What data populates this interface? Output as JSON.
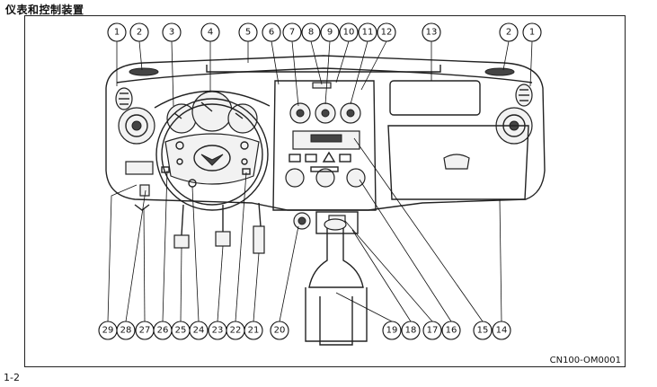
{
  "page": {
    "title": "仪表和控制装置",
    "figure_code": "CN100-OM0001",
    "page_number": "1-2"
  },
  "callouts_top": [
    "1",
    "2",
    "3",
    "4",
    "5",
    "6",
    "7",
    "8",
    "9",
    "10",
    "11",
    "12",
    "13",
    "2",
    "1"
  ],
  "callouts_bottom": [
    "29",
    "28",
    "27",
    "26",
    "25",
    "24",
    "23",
    "22",
    "21",
    "20",
    "19",
    "18",
    "17",
    "16",
    "15",
    "14"
  ]
}
